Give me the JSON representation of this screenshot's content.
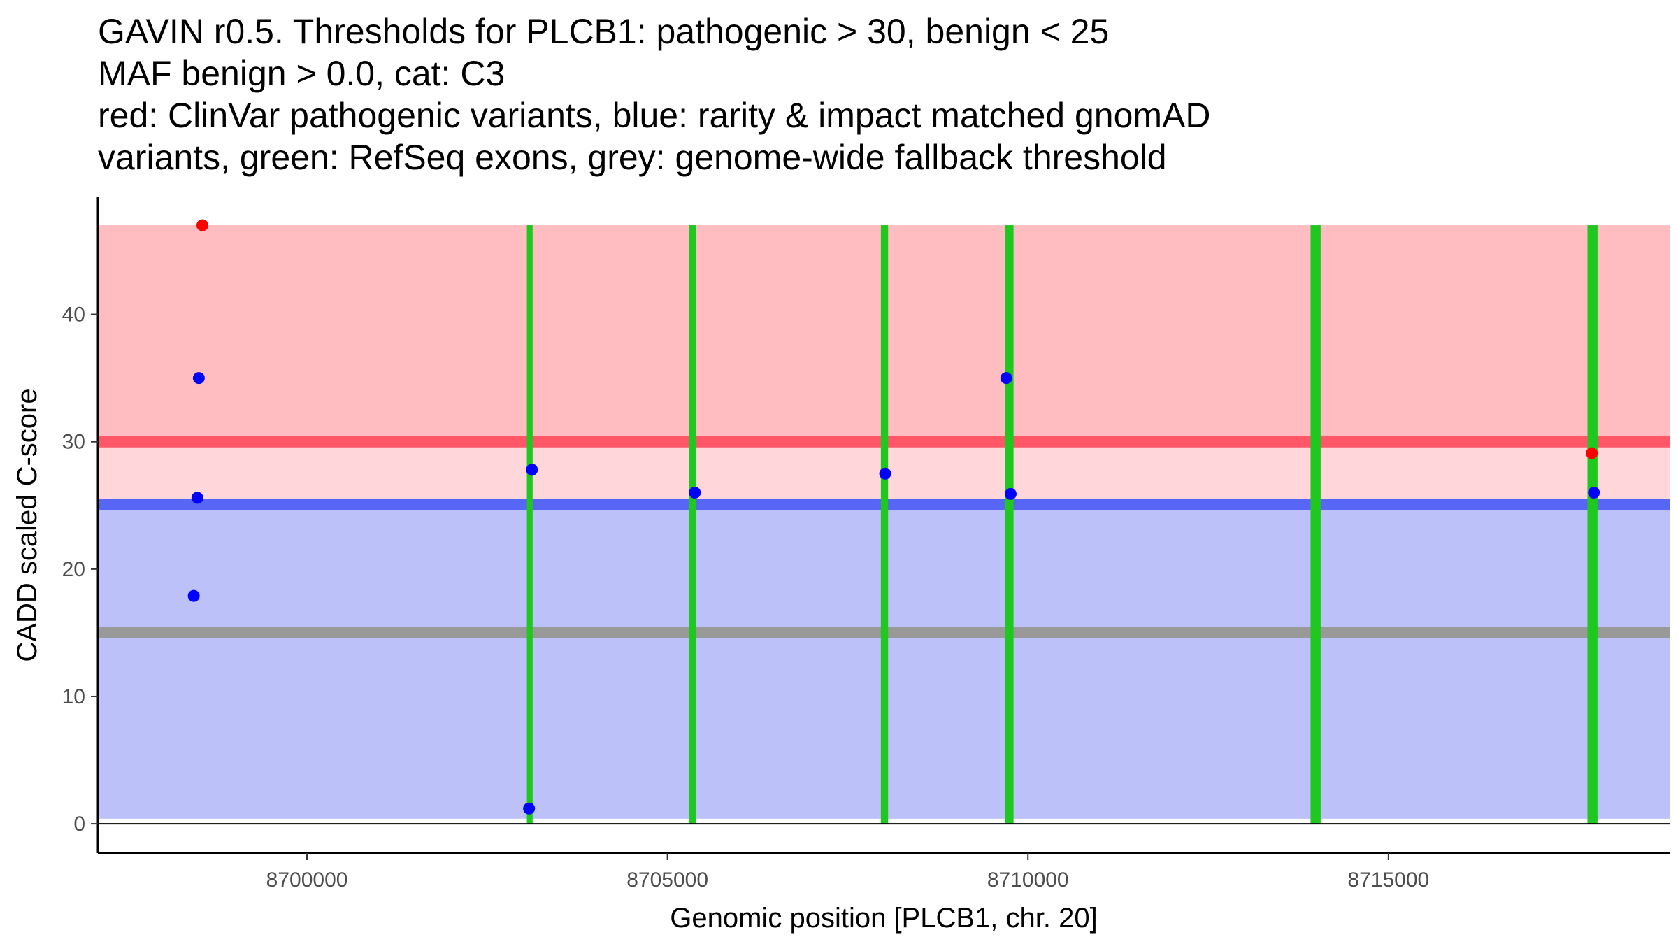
{
  "chart_data": {
    "type": "scatter",
    "title_lines": [
      "GAVIN r0.5. Thresholds for PLCB1: pathogenic > 30, benign < 25",
      "MAF benign > 0.0, cat: C3",
      "red: ClinVar pathogenic variants, blue: rarity & impact matched gnomAD",
      "variants, green: RefSeq exons, grey: genome-wide fallback threshold"
    ],
    "xlabel": "Genomic position [PLCB1, chr. 20]",
    "ylabel": "CADD scaled C-score",
    "xlim": [
      8697100,
      8718900
    ],
    "ylim": [
      -2.3,
      49.2
    ],
    "x_ticks": [
      8700000,
      8705000,
      8710000,
      8715000
    ],
    "y_ticks": [
      0,
      10,
      20,
      30,
      40
    ],
    "grid": false,
    "bands": [
      {
        "name": "pathogenic-region",
        "ymin": 29.6,
        "ymax": 47,
        "color": "#ffbdc2"
      },
      {
        "name": "uncertain-region",
        "ymin": 25.3,
        "ymax": 29.6,
        "color": "#ffd7db"
      },
      {
        "name": "benign-region",
        "ymin": 0.4,
        "ymax": 25.3,
        "color": "#bcc1fa"
      }
    ],
    "threshold_lines": [
      {
        "name": "pathogenic-threshold",
        "y": 30.0,
        "color": "#ff5767"
      },
      {
        "name": "benign-threshold",
        "y": 25.1,
        "color": "#5766f5"
      },
      {
        "name": "fallback-threshold",
        "y": 15.0,
        "color": "#999999"
      }
    ],
    "exons": [
      {
        "start": 8703050,
        "end": 8703130
      },
      {
        "start": 8705300,
        "end": 8705400
      },
      {
        "start": 8707960,
        "end": 8708060
      },
      {
        "start": 8709680,
        "end": 8709800
      },
      {
        "start": 8713920,
        "end": 8714060
      },
      {
        "start": 8717760,
        "end": 8717900
      }
    ],
    "exon_color": "#1ec81e",
    "series": [
      {
        "name": "ClinVar pathogenic variants",
        "color": "#ff0000",
        "points": [
          {
            "x": 8698550,
            "y": 47.0
          },
          {
            "x": 8717820,
            "y": 29.1
          }
        ]
      },
      {
        "name": "rarity & impact matched gnomAD variants",
        "color": "#0000ff",
        "points": [
          {
            "x": 8698500,
            "y": 35.0
          },
          {
            "x": 8698480,
            "y": 25.6
          },
          {
            "x": 8698430,
            "y": 17.9
          },
          {
            "x": 8703080,
            "y": 1.2
          },
          {
            "x": 8703120,
            "y": 27.8
          },
          {
            "x": 8705380,
            "y": 26.0
          },
          {
            "x": 8708020,
            "y": 27.5
          },
          {
            "x": 8709700,
            "y": 35.0
          },
          {
            "x": 8709760,
            "y": 25.9
          },
          {
            "x": 8717850,
            "y": 26.0
          }
        ]
      }
    ]
  }
}
